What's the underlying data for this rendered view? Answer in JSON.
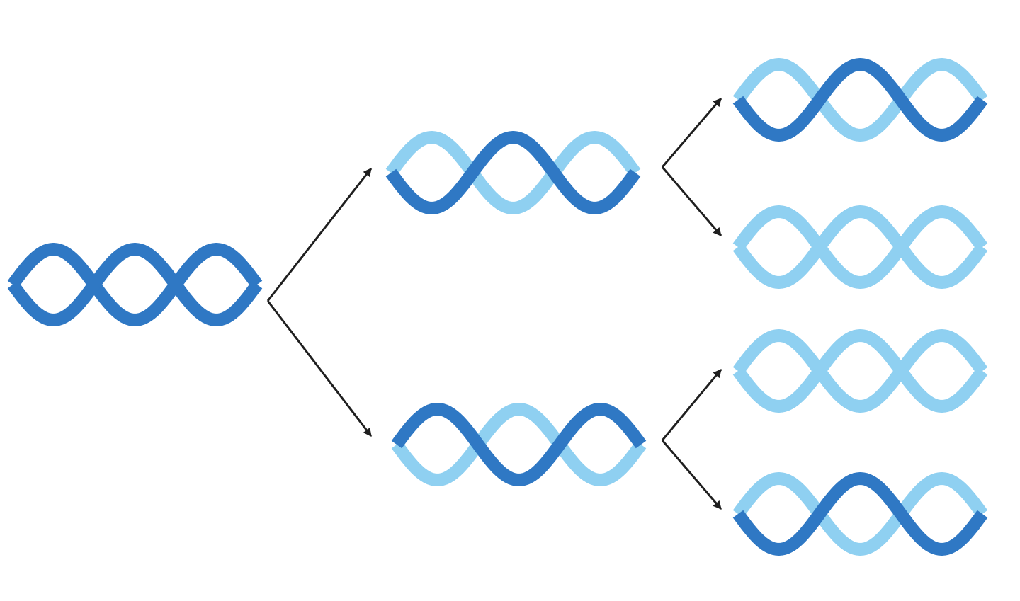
{
  "colors": {
    "old_strand": "#2f78c4",
    "new_strand": "#8fd0f1",
    "arrow": "#1f1f1f",
    "background": "#ffffff"
  },
  "helices": [
    {
      "id": "parent",
      "generation": 0,
      "strand_a": "old",
      "strand_b": "old"
    },
    {
      "id": "gen1-top",
      "generation": 1,
      "strand_a": "old",
      "strand_b": "new"
    },
    {
      "id": "gen1-bottom",
      "generation": 1,
      "strand_a": "new",
      "strand_b": "old"
    },
    {
      "id": "gen2-top-a",
      "generation": 2,
      "strand_a": "old",
      "strand_b": "new"
    },
    {
      "id": "gen2-top-b",
      "generation": 2,
      "strand_a": "new",
      "strand_b": "new"
    },
    {
      "id": "gen2-bottom-a",
      "generation": 2,
      "strand_a": "new",
      "strand_b": "new"
    },
    {
      "id": "gen2-bottom-b",
      "generation": 2,
      "strand_a": "old",
      "strand_b": "new"
    }
  ],
  "arrows": [
    {
      "from": "parent",
      "to": "gen1-top"
    },
    {
      "from": "parent",
      "to": "gen1-bottom"
    },
    {
      "from": "gen1-top",
      "to": "gen2-top-a"
    },
    {
      "from": "gen1-top",
      "to": "gen2-top-b"
    },
    {
      "from": "gen1-bottom",
      "to": "gen2-bottom-a"
    },
    {
      "from": "gen1-bottom",
      "to": "gen2-bottom-b"
    }
  ]
}
